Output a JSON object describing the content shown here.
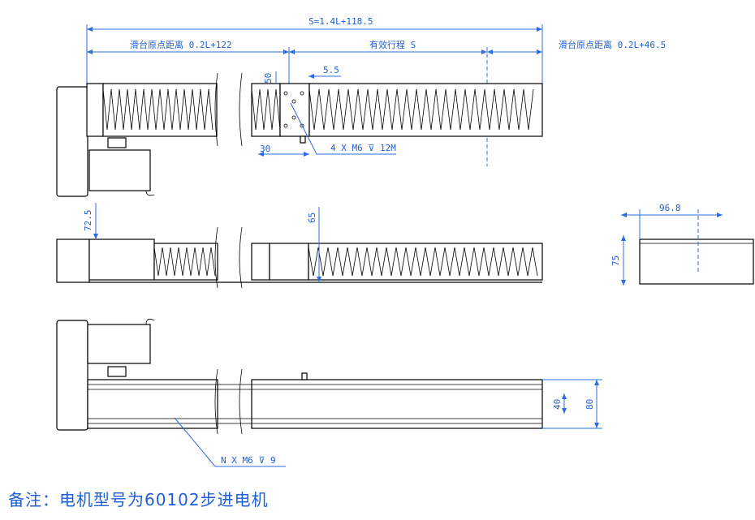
{
  "dimensions": {
    "total_length": "S=1.4L+118.5",
    "origin_left": "滑台原点距离 0.2L+122",
    "effective_stroke": "有效行程 S",
    "origin_right": "滑台原点距离 0.2L+46.5",
    "carriage_height": "50",
    "hole_offset": "5.5",
    "carriage_offset": "30",
    "carriage_holes": "4 X M6 ⊽ 12M",
    "motor_height": "72.5",
    "side_height": "65",
    "end_width": "96.8",
    "end_height": "75",
    "rail_height_inner": "40",
    "rail_height_outer": "80",
    "base_holes": "N X M6 ⊽ 9"
  },
  "note": "备注：电机型号为60102步进电机"
}
